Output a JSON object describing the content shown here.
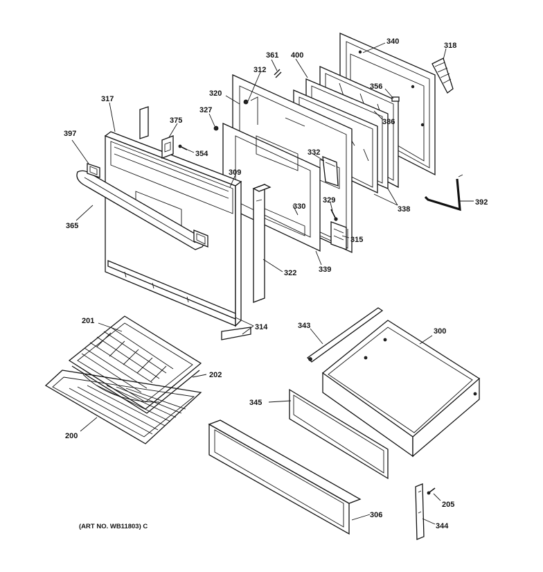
{
  "caption": "(ART NO. WB11803) C",
  "callouts": [
    {
      "id": "340",
      "text": "340"
    },
    {
      "id": "318",
      "text": "318"
    },
    {
      "id": "361",
      "text": "361"
    },
    {
      "id": "400",
      "text": "400"
    },
    {
      "id": "312",
      "text": "312"
    },
    {
      "id": "356",
      "text": "356"
    },
    {
      "id": "320",
      "text": "320"
    },
    {
      "id": "386",
      "text": "386"
    },
    {
      "id": "317",
      "text": "317"
    },
    {
      "id": "327",
      "text": "327"
    },
    {
      "id": "375",
      "text": "375"
    },
    {
      "id": "397",
      "text": "397"
    },
    {
      "id": "354",
      "text": "354"
    },
    {
      "id": "332",
      "text": "332"
    },
    {
      "id": "309",
      "text": "309"
    },
    {
      "id": "392",
      "text": "392"
    },
    {
      "id": "338",
      "text": "338"
    },
    {
      "id": "329",
      "text": "329"
    },
    {
      "id": "330",
      "text": "330"
    },
    {
      "id": "365",
      "text": "365"
    },
    {
      "id": "315",
      "text": "315"
    },
    {
      "id": "339",
      "text": "339"
    },
    {
      "id": "322",
      "text": "322"
    },
    {
      "id": "314",
      "text": "314"
    },
    {
      "id": "201",
      "text": "201"
    },
    {
      "id": "343",
      "text": "343"
    },
    {
      "id": "300",
      "text": "300"
    },
    {
      "id": "202",
      "text": "202"
    },
    {
      "id": "345",
      "text": "345"
    },
    {
      "id": "200",
      "text": "200"
    },
    {
      "id": "205",
      "text": "205"
    },
    {
      "id": "306",
      "text": "306"
    },
    {
      "id": "344",
      "text": "344"
    }
  ]
}
